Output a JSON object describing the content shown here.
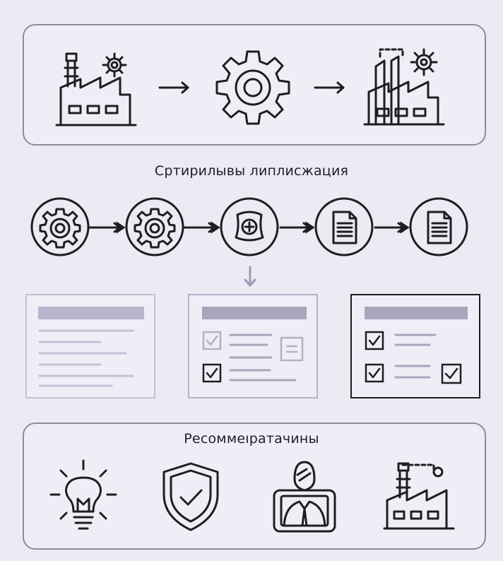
{
  "top_panel": {
    "icons": [
      "factory-gear-icon",
      "gear-icon",
      "factory-gear-icon"
    ],
    "arrows": [
      "arrow-right-icon",
      "arrow-right-icon"
    ]
  },
  "process": {
    "title": "Сртирилывы липлисжация",
    "steps": [
      "gear-icon",
      "gear-icon",
      "shield-plus-icon",
      "document-icon",
      "document-icon"
    ]
  },
  "forms": {
    "cards": [
      {
        "state": "faded",
        "checks": []
      },
      {
        "state": "partial",
        "checks": [
          false,
          true
        ]
      },
      {
        "state": "complete",
        "checks": [
          true,
          true,
          true
        ]
      }
    ]
  },
  "recommendations": {
    "title": "Ресоммеıратачины",
    "icons": [
      "lightbulb-icon",
      "shield-check-icon",
      "person-screen-icon",
      "factory-icon"
    ]
  },
  "colors": {
    "ink": "#1d1d24",
    "faded": "#b6b3c9",
    "panel_border": "#8d8a9e",
    "bar": "#a9a6bc"
  }
}
